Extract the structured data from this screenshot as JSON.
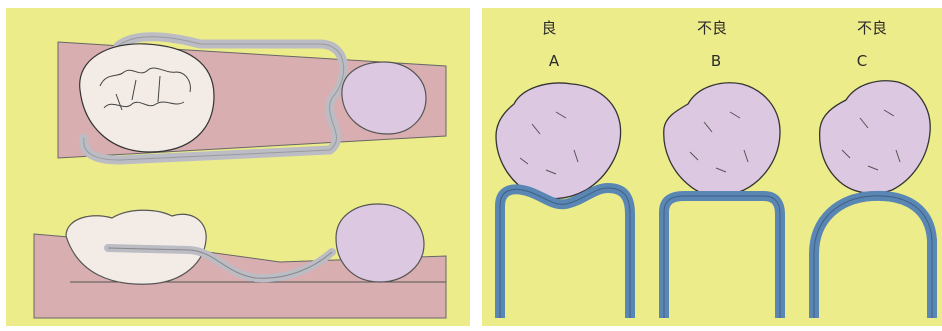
{
  "colors": {
    "background": "#ecec8a",
    "gum": "#d9aeb0",
    "tooth": "#ddc8e2",
    "wire_gray": "#bcbcc4",
    "wire_blue": "#5a86b4",
    "outline": "#444444"
  },
  "right_panel": {
    "columns": [
      {
        "rating": "良",
        "letter": "A",
        "wire": "wire-concave"
      },
      {
        "rating": "不良",
        "letter": "B",
        "wire": "wire-flat-square"
      },
      {
        "rating": "不良",
        "letter": "C",
        "wire": "wire-round-arch"
      }
    ]
  }
}
